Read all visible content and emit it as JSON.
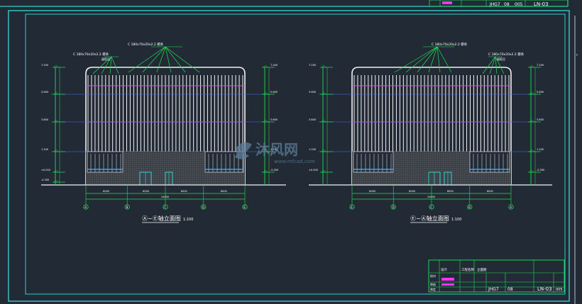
{
  "colors": {
    "background": "#222b35",
    "frame_cyan": "#33cccc",
    "frame_green": "#22dd55",
    "panel_white": "#f2f2f2",
    "magenta": "#ff33ff",
    "dim_blue": "#5566ff",
    "watermark": "#5f7f9a"
  },
  "top_strip": {
    "sheet_code": "LN-03",
    "marks": [
      "JHG7",
      "08",
      "005"
    ]
  },
  "elevations": [
    {
      "title": "Ⓐ~Ⓔ轴立面图",
      "scale": "1:100",
      "callout_center": "C 180x70x20x2.2 檩条",
      "callout_left": "C 180x70x20x2.2 檩条",
      "callout_left_sub": "檩距见",
      "axes": [
        "A",
        "B",
        "C",
        "D",
        "E"
      ],
      "levels_left": [
        "7.200",
        "5.600",
        "3.800",
        "1.200",
        "±0.000",
        "-0.300"
      ],
      "levels_right": [
        "7.200",
        "5.600",
        "3.800",
        "1.200",
        "-0.300"
      ],
      "dims": [
        "6000",
        "6000",
        "6000",
        "6000"
      ],
      "total_dim": "24000"
    },
    {
      "title": "Ⓔ~Ⓐ轴立面图",
      "scale": "1:100",
      "callout_center": "C 180x70x20x2.2 檩条",
      "callout_left": "C 180x70x20x2.2 檩条",
      "callout_left_sub": "檩距见",
      "axes": [
        "E",
        "D",
        "C",
        "B",
        "A"
      ],
      "levels_left": [
        "7.200",
        "5.600",
        "3.800",
        "1.200",
        "±0.000"
      ],
      "levels_right": [
        "7.200",
        "5.600",
        "3.800",
        "1.200",
        "-0.300"
      ],
      "dims": [
        "6000",
        "6000",
        "6000",
        "6000"
      ],
      "total_dim": "24000"
    }
  ],
  "watermark": {
    "brand": "沐风网",
    "url": "www.mfcad.com"
  },
  "title_block": {
    "project": "工程名称",
    "drawing": "立面图",
    "drawing_no": "LN-03",
    "date": "JHG7",
    "sheet": "08",
    "edition": "005",
    "rows": [
      "设计",
      "校对",
      "审核",
      "审定"
    ]
  }
}
